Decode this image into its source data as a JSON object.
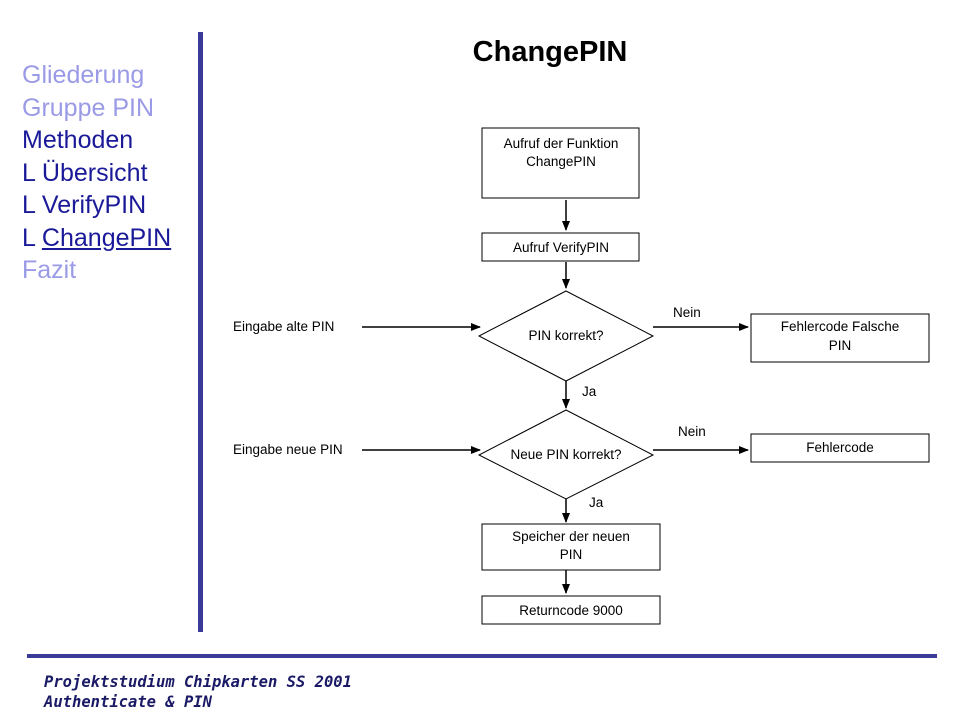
{
  "nav": {
    "items": [
      {
        "prefix": "",
        "label": "Gliederung",
        "color": "#9a9ae6",
        "underline": false
      },
      {
        "prefix": "",
        "label": "Gruppe PIN",
        "color": "#9a9ae6",
        "underline": false
      },
      {
        "prefix": "",
        "label": "Methoden",
        "color": "#1a1a99",
        "underline": false
      },
      {
        "prefix": "L ",
        "label": "Übersicht",
        "color": "#1a1a99",
        "underline": false
      },
      {
        "prefix": "L ",
        "label": "VerifyPIN",
        "color": "#1a1a99",
        "underline": false
      },
      {
        "prefix": "L ",
        "label": "ChangePIN",
        "color": "#1a1a99",
        "underline": true
      },
      {
        "prefix": "",
        "label": "Fazit",
        "color": "#9a9ae6",
        "underline": false
      }
    ]
  },
  "title": "ChangePIN",
  "footer": {
    "line1": "Projektstudium Chipkarten SS 2001",
    "line2": "Authenticate & PIN"
  },
  "flow": {
    "start": [
      "Aufruf der Funktion",
      "ChangePIN"
    ],
    "verify": [
      "Aufruf VerifyPIN"
    ],
    "decision1": [
      "PIN korrekt?"
    ],
    "decision2": [
      "Neue PIN korrekt?"
    ],
    "input_old": "Eingabe alte PIN",
    "input_new": "Eingabe neue PIN",
    "error1": [
      "Fehlercode Falsche",
      "PIN"
    ],
    "error2": [
      "Fehlercode"
    ],
    "store": [
      "Speicher der neuen",
      "PIN"
    ],
    "return": [
      "Returncode 9000"
    ],
    "no1": "Nein",
    "no2": "Nein",
    "yes1": "Ja",
    "yes2": "Ja"
  },
  "colors": {
    "accent_line": "#3a3a99",
    "nav_active": "#1a1a99",
    "nav_inactive": "#9a9ae6"
  }
}
